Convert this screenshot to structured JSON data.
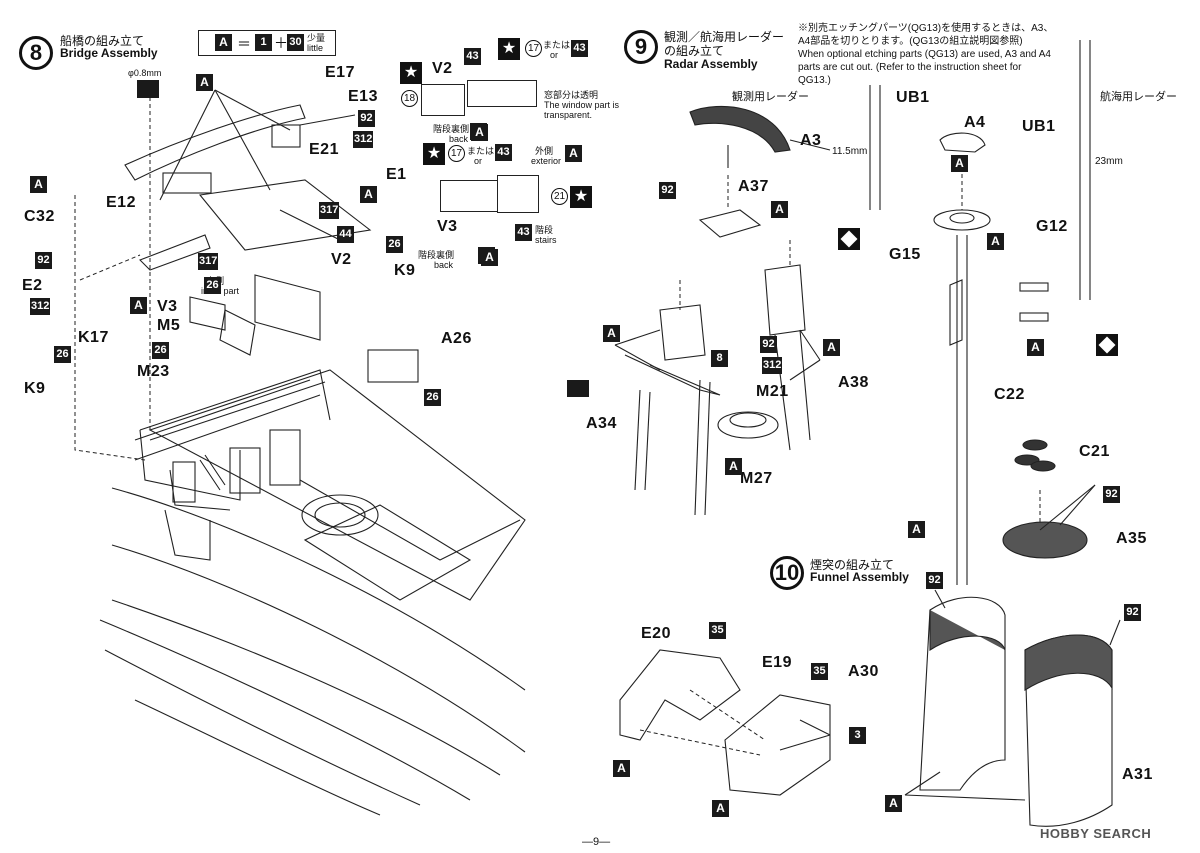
{
  "step8": {
    "number": "8",
    "title_jp": "船橋の組み立て",
    "title_en": "Bridge Assembly"
  },
  "legend": {
    "a": "A",
    "eq": "＝",
    "one": "1",
    "plus": "＋",
    "thirty": "30",
    "little_jp": "少量",
    "little_en": "little"
  },
  "step9": {
    "number": "9",
    "title_jp1": "観測／航海用レーダー",
    "title_jp2": "の組み立て",
    "title_en": "Radar Assembly"
  },
  "step10": {
    "number": "10",
    "title_jp": "煙突の組み立て",
    "title_en": "Funnel Assembly"
  },
  "note": {
    "jp1": "※別売エッチングパーツ(QG13)を使用するときは、A3、",
    "jp2": "A4部品を切りとります。(QG13の組立説明図参照)",
    "en1": "When optional etching parts (QG13) are used, A3 and A4",
    "en2": "parts are cut out. (Refer to the instruction sheet for",
    "en3": "QG13.)"
  },
  "parts": {
    "E17": "E17",
    "E13": "E13",
    "E21": "E21",
    "E1": "E1",
    "E12": "E12",
    "C32": "C32",
    "E2": "E2",
    "V2a": "V2",
    "V2b": "V2",
    "V3a": "V3",
    "V3b": "V3",
    "K9a": "K9",
    "K9b": "K9",
    "K17": "K17",
    "M5": "M5",
    "M23": "M23",
    "A26": "A26",
    "A3": "A3",
    "A37": "A37",
    "A34": "A34",
    "A38": "A38",
    "M21": "M21",
    "M27": "M27",
    "UB1a": "UB1",
    "UB1b": "UB1",
    "A4": "A4",
    "G15": "G15",
    "G12": "G12",
    "C22": "C22",
    "C21": "C21",
    "A35": "A35",
    "A30": "A30",
    "A31": "A31",
    "E20": "E20",
    "E19": "E19"
  },
  "colors": {
    "c92": "92",
    "c312": "312",
    "c317": "317",
    "c44": "44",
    "c26": "26",
    "c43": "43",
    "c8": "8",
    "c35": "35",
    "c3": "3"
  },
  "labels": {
    "phi": "φ0.8mm",
    "inner_jp": "内側",
    "inner_en": "inner part",
    "window_jp": "窓部分は透明",
    "window_en1": "The window part is",
    "window_en2": "transparent.",
    "stair_back_jp": "階段裏側",
    "back": "back",
    "outer_jp": "外側",
    "outer_en": "exterior",
    "or_jp": "または",
    "or_en": "or",
    "stairs_jp": "階段",
    "stairs_en": "stairs",
    "radar_obs": "観測用レーダー",
    "radar_nav": "航海用レーダー",
    "len1": "11.5mm",
    "len2": "23mm",
    "c17": "17",
    "c18": "18",
    "c21": "21"
  },
  "footer": {
    "page": "—9—",
    "watermark": "HOBBY SEARCH"
  }
}
